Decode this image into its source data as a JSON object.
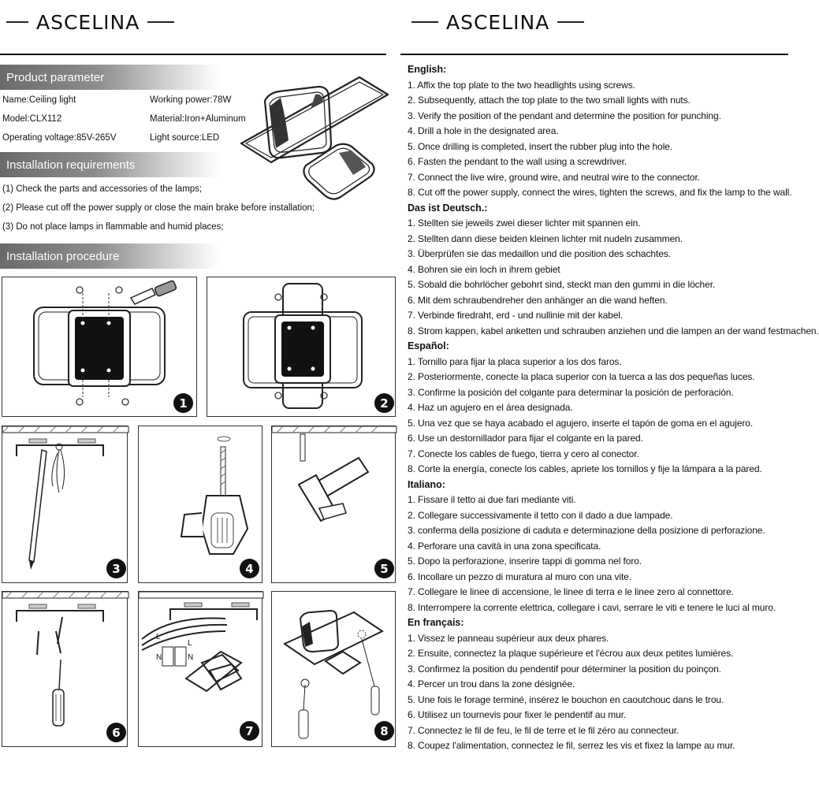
{
  "brand": {
    "left": "ASCELINA",
    "right": "ASCELINA"
  },
  "product_parameter": {
    "heading": "Product parameter",
    "name": "Name:Ceiling light",
    "model": "Model:CLX112",
    "voltage": "Operating voltage:85V-265V",
    "power": "Working power:78W",
    "material": "Material:Iron+Aluminum",
    "light_source": "Light source:LED"
  },
  "installation_requirements": {
    "heading": "Installation requirements",
    "items": [
      "(1) Check the parts and accessories of the lamps;",
      "(2) Please cut off the power supply or close the main brake before installation;",
      "(3) Do not place lamps in flammable and humid places;"
    ]
  },
  "installation_procedure": {
    "heading": "Installation procedure",
    "steps": [
      "1",
      "2",
      "3",
      "4",
      "5",
      "6",
      "7",
      "8"
    ],
    "wire_labels": [
      "L",
      "N",
      "L",
      "N"
    ]
  },
  "instructions": [
    {
      "language": "English:",
      "items": [
        "1. Affix the top plate to the two headlights using screws.",
        "2. Subsequently, attach the top plate to the two small lights with nuts.",
        "3. Verify the position of the pendant and determine the position for punching.",
        "4. Drill a hole in the designated area.",
        "5. Once drilling is completed, insert the rubber plug into the hole.",
        "6. Fasten the pendant to the wall using a screwdriver.",
        "7. Connect the live wire, ground wire, and neutral wire to the connector.",
        "8. Cut off the power supply, connect the wires, tighten the screws, and fix the lamp to the wall."
      ]
    },
    {
      "language": "Das ist Deutsch.:",
      "items": [
        "1. Stellten sie jeweils zwei dieser lichter mit spannen ein.",
        "2. Stellten dann diese beiden kleinen lichter mit nudeln zusammen.",
        "3. Überprüfen sie das medaillon und die position des schachtes.",
        "4. Bohren sie ein loch in ihrem gebiet",
        "5. Sobald die bohrlöcher gebohrt sind, steckt man den gummi in die löcher.",
        "6. Mit dem schraubendreher den anhänger an die wand heften.",
        "7. Verbinde firedraht, erd - und nullinie mit der kabel.",
        "8. Strom kappen, kabel anketten und schrauben anziehen und die lampen an der wand festmachen."
      ]
    },
    {
      "language": "Español:",
      "items": [
        "1. Tornillo para fijar la placa superior a los dos faros.",
        "2. Posteriormente, conecte la placa superior con la tuerca a las dos pequeñas luces.",
        "3. Confirme la posición del colgante para determinar la posición de perforación.",
        "4. Haz un agujero en el área designada.",
        "5. Una vez que se haya acabado el agujero, inserte el tapón de goma en el agujero.",
        "6. Use un destornillador para fijar el colgante en la pared.",
        "7. Conecte los cables de fuego, tierra y cero al conector.",
        "8. Corte la energía, conecte los cables, apriete los tornillos y fije la lámpara a la pared."
      ]
    },
    {
      "language": "Italiano:",
      "items": [
        "1. Fissare il tetto ai due fari mediante viti.",
        "2. Collegare successivamente il tetto con il dado a due lampade.",
        "3. conferma della posizione di caduta e determinazione della posizione di perforazione.",
        "4. Perforare una cavità in una zona specificata.",
        "5. Dopo la perforazione, inserire tappi di gomma nel foro.",
        "6. Incollare un pezzo di muratura al muro con una vite.",
        "7. Collegare le linee di accensione, le linee di terra e le linee zero al connettore.",
        "8. Interrompere la corrente elettrica, collegare i cavi, serrare le viti e tenere le luci al muro."
      ]
    },
    {
      "language": "En français:",
      "items": [
        "1. Vissez le panneau supérieur aux deux phares.",
        "2. Ensuite, connectez la plaque supérieure et l'écrou aux deux petites lumières.",
        "3. Confirmez la position du pendentif pour déterminer la position du poinçon.",
        "4. Percer un trou dans la zone désignée.",
        "5. Une fois le forage terminé, insérez le bouchon en caoutchouc dans le trou.",
        "6. Utilisez un tournevis pour fixer le pendentif au mur.",
        "7. Connectez le fil de feu, le fil de terre et le fil zéro au connecteur.",
        "8. Coupez l'alimentation, connectez le fil, serrez les vis et fixez la lampe au mur."
      ]
    }
  ]
}
